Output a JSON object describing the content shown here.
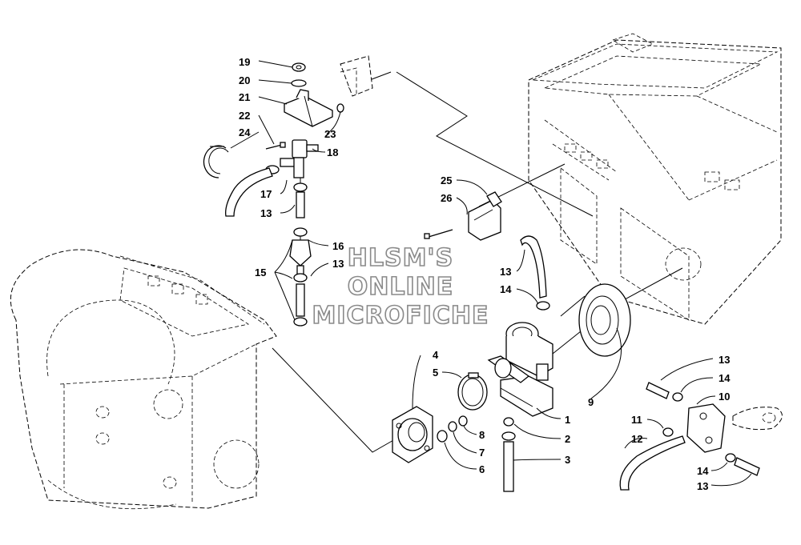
{
  "watermark": {
    "line1": "HLSM'S",
    "line2": "ONLINE",
    "line3": "MICROFICHE"
  },
  "callouts": {
    "c1": "1",
    "c2": "2",
    "c3": "3",
    "c4": "4",
    "c5": "5",
    "c6": "6",
    "c7": "7",
    "c8": "8",
    "c9": "9",
    "c10": "10",
    "c11": "11",
    "c12": "12",
    "c13a": "13",
    "c13b": "13",
    "c13c": "13",
    "c13d": "13",
    "c13e": "13",
    "c14a": "14",
    "c14b": "14",
    "c14c": "14",
    "c15": "15",
    "c16": "16",
    "c17": "17",
    "c18": "18",
    "c19": "19",
    "c20": "20",
    "c21": "21",
    "c22": "22",
    "c23": "23",
    "c24": "24",
    "c25": "25",
    "c26": "26"
  }
}
